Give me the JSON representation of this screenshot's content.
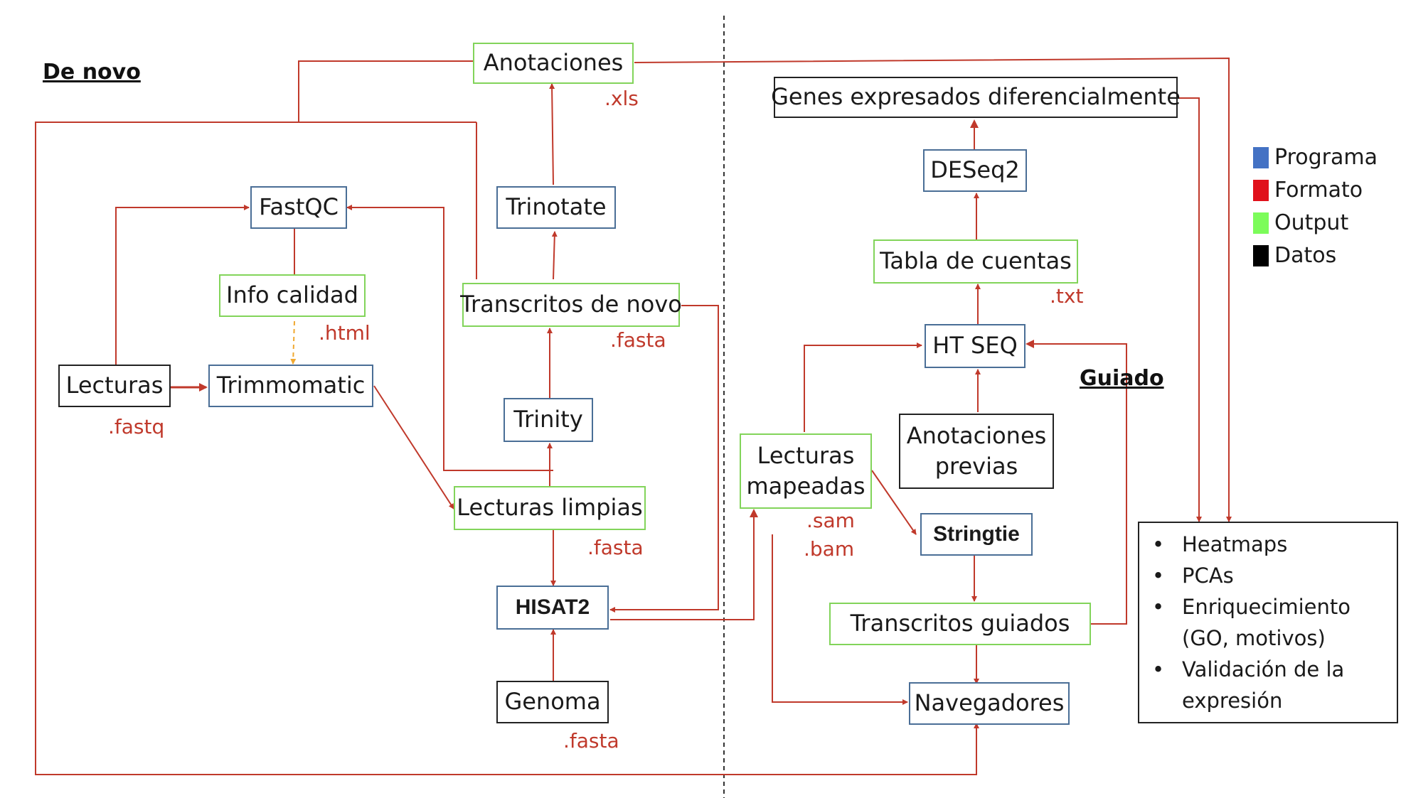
{
  "sections": {
    "de_novo": "De novo",
    "guiado": "Guiado"
  },
  "nodes": {
    "anotaciones": "Anotaciones",
    "genes_expresados": "Genes expresados diferencialmente",
    "deseq2": "DESeq2",
    "trinotate": "Trinotate",
    "fastqc": "FastQC",
    "info_calidad": "Info calidad",
    "transcritos_de_novo": "Transcritos de novo",
    "tabla_de_cuentas": "Tabla de cuentas",
    "ht_seq": "HT SEQ",
    "lecturas": "Lecturas",
    "trimmomatic": "Trimmomatic",
    "trinity": "Trinity",
    "anotaciones_previas_1": "Anotaciones",
    "anotaciones_previas_2": "previas",
    "lecturas_mapeadas_1": "Lecturas",
    "lecturas_mapeadas_2": "mapeadas",
    "lecturas_limpias": "Lecturas limpias",
    "stringtie": "Stringtie",
    "hisat2": "HISAT2",
    "transcritos_guiados": "Transcritos guiados",
    "genoma": "Genoma",
    "navegadores": "Navegadores"
  },
  "formats": {
    "xls": ".xls",
    "html": ".html",
    "fastq": ".fastq",
    "fasta_transcritos": ".fasta",
    "fasta_limpias": ".fasta",
    "fasta_genoma": ".fasta",
    "txt": ".txt",
    "sam": ".sam",
    "bam": ".bam"
  },
  "legend": [
    {
      "label": "Programa",
      "color": "#4472c4"
    },
    {
      "label": "Formato",
      "color": "#e0111b"
    },
    {
      "label": "Output",
      "color": "#7cfc5a"
    },
    {
      "label": "Datos",
      "color": "#000000"
    }
  ],
  "outputs": {
    "item1": "Heatmaps",
    "item2": "PCAs",
    "item3_line1": "Enriquecimiento",
    "item3_line2": "(GO, motivos)",
    "item4_w1": "Validación",
    "item4_w2": "de",
    "item4_w3": "la",
    "item4_line2": "expresión"
  },
  "colors": {
    "arrow": "#c0392b",
    "dashed_arrow": "#f0a830",
    "divider": "#333333"
  }
}
